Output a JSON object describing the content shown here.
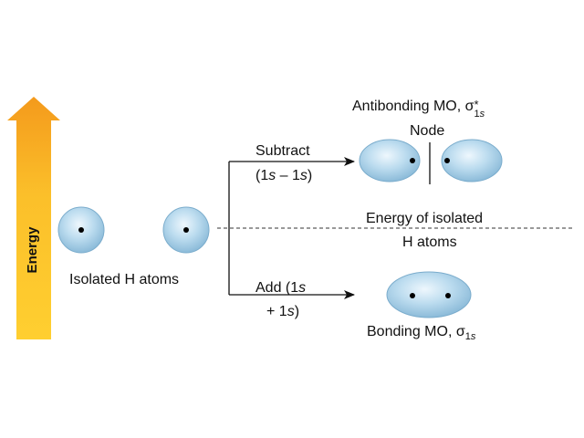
{
  "axis": {
    "label": "Energy"
  },
  "isolated_atoms": {
    "label": "Isolated H atoms"
  },
  "subtract": {
    "line1": "Subtract",
    "line2_pre": "(1",
    "line2_s1": "s",
    "line2_mid": " – 1",
    "line2_s2": "s",
    "line2_post": ")"
  },
  "add": {
    "line1_pre": "Add (1",
    "line1_s": "s",
    "line2_pre": "+ 1",
    "line2_s": "s",
    "line2_post": ")"
  },
  "antibonding": {
    "label_pre": "Antibonding MO, σ",
    "sup": "*",
    "sub_num": "1",
    "sub_s": "s"
  },
  "node": {
    "label": "Node"
  },
  "isolated_energy": {
    "line1": "Energy of isolated",
    "line2": "H atoms"
  },
  "bonding": {
    "label_pre": "Bonding MO, σ",
    "sub_num": "1",
    "sub_s": "s"
  },
  "colors": {
    "arrow_top": "#ffd23a",
    "arrow_bottom": "#f7a020",
    "orbital_fill": "#a9d0e8",
    "orbital_edge": "#6a9fc0"
  }
}
